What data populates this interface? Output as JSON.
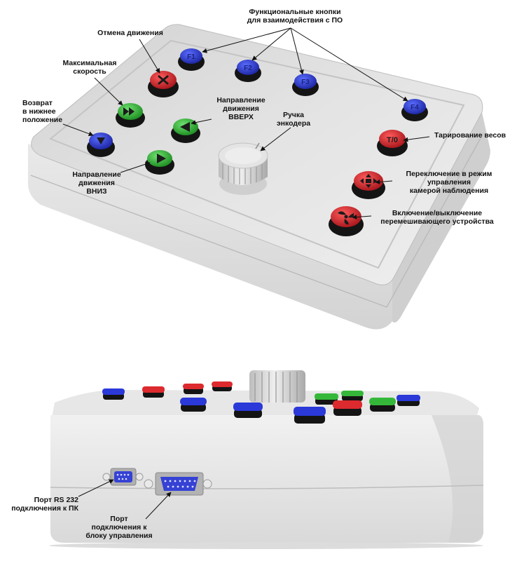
{
  "colors": {
    "button_blue": "#2433c8",
    "button_red": "#d6242a",
    "button_green": "#2fb234",
    "housing": "#e2e2e2",
    "label_text": "#111111"
  },
  "top_view": {
    "labels": {
      "functional_buttons": [
        "Функциональные кнопки",
        "для взаимодействия с ПО"
      ],
      "cancel_motion": [
        "Отмена движения"
      ],
      "max_speed": [
        "Максимальная",
        "скорость"
      ],
      "return_lower": [
        "Возврат",
        "в нижнее",
        "положение"
      ],
      "direction_up": [
        "Направление",
        "движения",
        "ВВЕРХ"
      ],
      "direction_down": [
        "Направление",
        "движения",
        "ВНИЗ"
      ],
      "encoder_knob": [
        "Ручка",
        "энкодера"
      ],
      "tare": [
        "Тарирование весов"
      ],
      "camera_mode": [
        "Переключение в режим",
        "управления",
        "камерой наблюдения"
      ],
      "mixer_toggle": [
        "Включение/выключение",
        "перемешивающего устройства"
      ]
    },
    "button_glyphs": {
      "f1": "F1",
      "f2": "F2",
      "f3": "F3",
      "f4": "F4",
      "tare": "T/0"
    },
    "button_icons": {
      "cancel": "cross-icon",
      "max_speed": "fast-forward-icon",
      "up": "triangle-left-icon",
      "down": "triangle-right-icon",
      "return_lower": "arrow-down-icon",
      "camera": "camera-move-icon",
      "mixer": "fan-icon"
    }
  },
  "side_view": {
    "labels": {
      "rs232_port": [
        "Порт RS 232",
        "подключения к ПК"
      ],
      "control_port": [
        "Порт",
        "подключения к",
        "блоку управления"
      ]
    }
  }
}
